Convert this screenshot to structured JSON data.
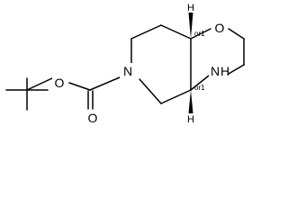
{
  "molecule": {
    "atoms": {
      "ring_oxygen": "O",
      "ring_amine": "N",
      "amine_hydrogen": "H",
      "carbamate_nitrogen": "N",
      "ester_oxygen": "O",
      "carbonyl_oxygen": "O",
      "top_stereo_hydrogen": "H",
      "bottom_stereo_hydrogen": "H"
    },
    "stereo_labels": {
      "top": "or1",
      "bottom": "or1"
    }
  }
}
